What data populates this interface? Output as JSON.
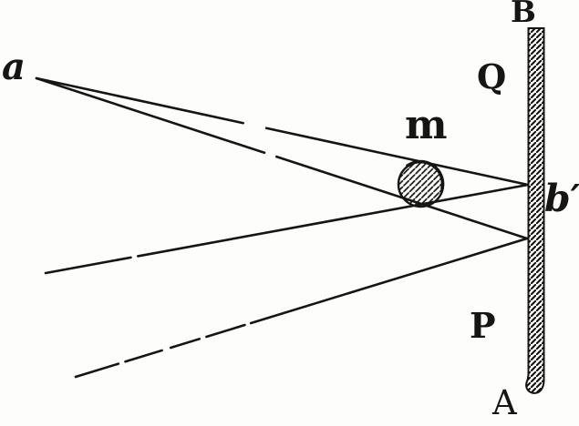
{
  "figure": {
    "description": "Engraved optics diagram: rays from point source a graze circular obstacle m and meet screen AB; b' marks the centre of the shadow between regions Q and P",
    "ink_color": "#171513",
    "paper_color": "#fdfdfc"
  },
  "labels": {
    "source": "a",
    "obstacle": "m",
    "screen_top": "B",
    "screen_bottom": "A",
    "region_upper": "Q",
    "point_on_screen": "b′",
    "region_lower": "P"
  }
}
